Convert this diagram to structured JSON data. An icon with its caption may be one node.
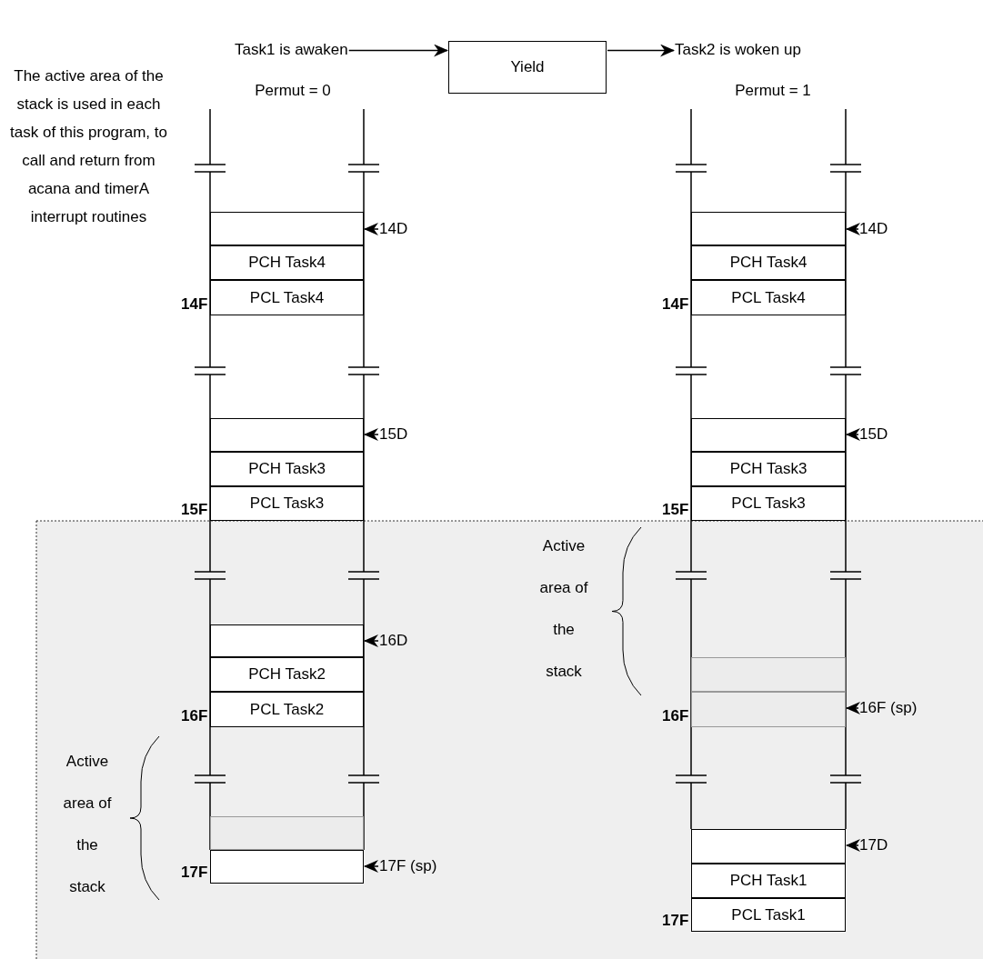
{
  "diagram": {
    "nodes": [
      {
        "text": [
          "Task1 is awaken"
        ]
      },
      {
        "text": [
          "Yield"
        ]
      },
      {
        "text": [
          "Task2 is woken up"
        ]
      },
      {
        "text": [],
        "shape": "box"
      },
      {
        "text": [
          "PCH Task4"
        ]
      },
      {
        "text": [
          "PCL Task4"
        ],
        "beside": [
          "14F"
        ]
      },
      {
        "text": [],
        "shape": "box"
      },
      {
        "text": [
          "PCH Task3"
        ]
      },
      {
        "text": [
          "PCL Task3"
        ],
        "beside": [
          "15F"
        ]
      },
      {
        "text": [],
        "shape": "box"
      },
      {
        "text": [
          "PCH Task2"
        ]
      },
      {
        "text": [
          "PCL Task2"
        ],
        "beside": [
          "16F"
        ]
      },
      {
        "text": [],
        "shape": "box"
      },
      {
        "text": [],
        "shape": "box",
        "beside": [
          "17F"
        ]
      },
      {
        "text": [],
        "shape": "box"
      },
      {
        "text": [
          "PCH Task4"
        ]
      },
      {
        "text": [
          "PCL Task4"
        ],
        "beside": [
          "14F"
        ]
      },
      {
        "text": [],
        "shape": "box"
      },
      {
        "text": [
          "PCH Task3"
        ]
      },
      {
        "text": [
          "PCL Task3"
        ],
        "beside": [
          "15F"
        ]
      },
      {
        "text": [],
        "shape": "box"
      },
      {
        "text": [],
        "shape": "box",
        "beside": [
          "16F"
        ]
      },
      {
        "text": [],
        "shape": "box"
      },
      {
        "text": [
          "PCH Task1"
        ]
      },
      {
        "text": [
          "PCL Task1"
        ],
        "beside": [
          "17F"
        ]
      },
      {
        "text": [
          "14D"
        ]
      },
      {
        "text": [
          "15D"
        ]
      },
      {
        "text": [
          "16D"
        ]
      },
      {
        "text": [
          "17F (sp)"
        ]
      },
      {
        "text": [
          "14D"
        ]
      },
      {
        "text": [
          "15D"
        ]
      },
      {
        "text": [
          "16F (sp)"
        ]
      },
      {
        "text": [
          "17D"
        ]
      }
    ],
    "edges": [
      {
        "from": 0,
        "to": 1,
        "arrow": "to"
      },
      {
        "from": 1,
        "to": 2,
        "arrow": "to"
      },
      {
        "from": 25,
        "to": 3,
        "arrow": "to"
      },
      {
        "from": 26,
        "to": 6,
        "arrow": "to"
      },
      {
        "from": 27,
        "to": 9,
        "arrow": "to"
      },
      {
        "from": 28,
        "to": 13,
        "arrow": "to"
      },
      {
        "from": 29,
        "to": 14,
        "arrow": "to"
      },
      {
        "from": 30,
        "to": 17,
        "arrow": "to"
      },
      {
        "from": 31,
        "to": 21,
        "arrow": "to"
      },
      {
        "from": 32,
        "to": 22,
        "arrow": "to"
      }
    ],
    "labels": [
      "The active area of the stack is used in each task of this program, to call and return from acana and timerA interrupt routines",
      "Permut = 0",
      "Permut = 1",
      "Active area of the stack",
      "Active area of the stack"
    ]
  }
}
